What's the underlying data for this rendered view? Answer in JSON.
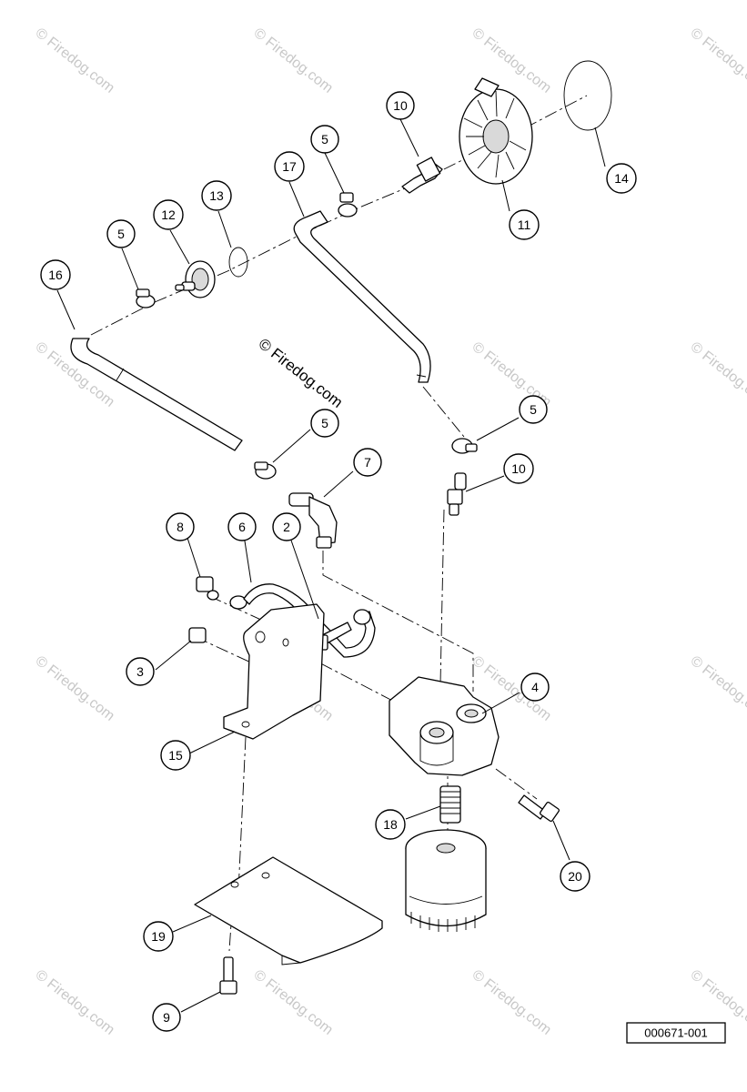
{
  "watermark": {
    "text": "© Firedog.com",
    "color": "#c8c8c8"
  },
  "drawing_id": "000671-001",
  "callouts": [
    {
      "id": "c-10-top",
      "label": "10"
    },
    {
      "id": "c-5-top",
      "label": "5"
    },
    {
      "id": "c-17",
      "label": "17"
    },
    {
      "id": "c-13",
      "label": "13"
    },
    {
      "id": "c-12",
      "label": "12"
    },
    {
      "id": "c-5-left",
      "label": "5"
    },
    {
      "id": "c-16",
      "label": "16"
    },
    {
      "id": "c-14",
      "label": "14"
    },
    {
      "id": "c-11",
      "label": "11"
    },
    {
      "id": "c-5-right",
      "label": "5"
    },
    {
      "id": "c-5-mid",
      "label": "5"
    },
    {
      "id": "c-7",
      "label": "7"
    },
    {
      "id": "c-10-mid",
      "label": "10"
    },
    {
      "id": "c-8",
      "label": "8"
    },
    {
      "id": "c-6",
      "label": "6"
    },
    {
      "id": "c-2",
      "label": "2"
    },
    {
      "id": "c-3",
      "label": "3"
    },
    {
      "id": "c-4",
      "label": "4"
    },
    {
      "id": "c-15",
      "label": "15"
    },
    {
      "id": "c-18",
      "label": "18"
    },
    {
      "id": "c-20",
      "label": "20"
    },
    {
      "id": "c-19",
      "label": "19"
    },
    {
      "id": "c-9",
      "label": "9"
    }
  ]
}
